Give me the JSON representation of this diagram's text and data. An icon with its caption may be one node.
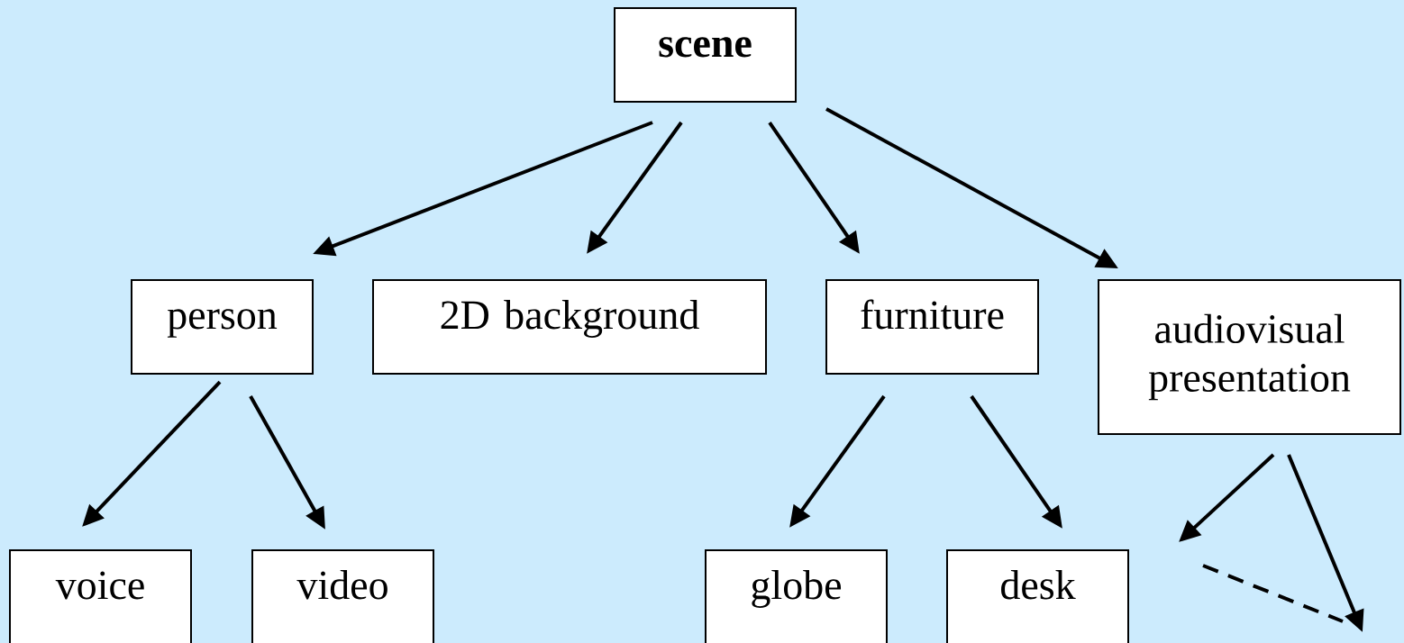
{
  "diagram": {
    "nodes": [
      {
        "text": [
          "scene"
        ]
      },
      {
        "text": [
          "person"
        ]
      },
      {
        "text": [
          "2D background"
        ]
      },
      {
        "text": [
          "furniture"
        ]
      },
      {
        "text": [
          "audiovisual presentation"
        ]
      },
      {
        "text": [
          "voice"
        ]
      },
      {
        "text": [
          "video"
        ]
      },
      {
        "text": [
          "globe"
        ]
      },
      {
        "text": [
          "desk"
        ]
      }
    ],
    "edges": [
      {
        "from": 0,
        "to": 1,
        "arrow": "to"
      },
      {
        "from": 0,
        "to": 2,
        "arrow": "to"
      },
      {
        "from": 0,
        "to": 3,
        "arrow": "to"
      },
      {
        "from": 0,
        "to": 4,
        "arrow": "to"
      },
      {
        "from": 1,
        "to": 5,
        "arrow": "to"
      },
      {
        "from": 1,
        "to": 6,
        "arrow": "to"
      },
      {
        "from": 3,
        "to": 7,
        "arrow": "to"
      },
      {
        "from": 3,
        "to": 8,
        "arrow": "to"
      },
      {
        "from": 4,
        "to": null,
        "arrow": "to"
      },
      {
        "from": 4,
        "to": null,
        "arrow": "to"
      }
    ]
  }
}
